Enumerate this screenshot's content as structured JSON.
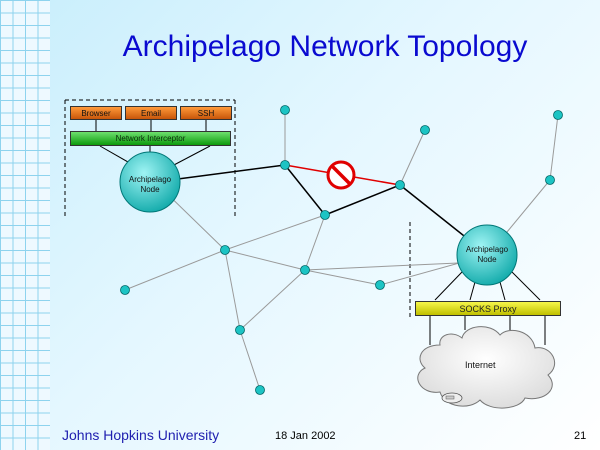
{
  "slide": {
    "title": "Archipelago Network Topology",
    "footer_org": "Johns Hopkins University",
    "footer_date": "18 Jan 2002",
    "page_number": "21"
  },
  "client_stack": {
    "apps": [
      "Browser",
      "Email",
      "SSH"
    ],
    "interceptor": "Network Interceptor"
  },
  "nodes": {
    "left_label": "Archipelago\nNode",
    "right_label": "Archipelago\nNode"
  },
  "gateway": {
    "socks": "SOCKS Proxy",
    "internet": "Internet"
  },
  "colors": {
    "title": "#0a0ad0",
    "node_fill": "#1cc4c4",
    "blocked_link": "#e00000",
    "prohibit_sign": "#e00000"
  },
  "icons": [
    "prohibited-sign-icon",
    "cloud-icon",
    "modem-icon"
  ]
}
